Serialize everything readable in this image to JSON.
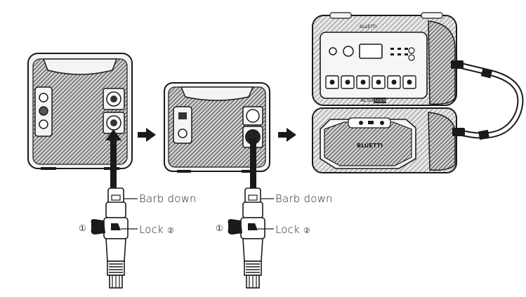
{
  "labels": {
    "barb_down_1": "Barb down",
    "lock_1": "Lock",
    "lock_1_step": "②",
    "step_1_left": "①",
    "barb_down_2": "Barb down",
    "lock_2": "Lock",
    "lock_2_step": "②",
    "step_2_left": "①"
  },
  "device": {
    "brand": "BLUETTI",
    "model": "AC500",
    "model_suffix": "5000W"
  },
  "colors": {
    "line": "#1a1a1a",
    "hatch": "#3a3a3a",
    "panel": "#f4f4f4"
  },
  "icons": [
    "arrow-right-icon",
    "arrow-up-icon",
    "hand-press-icon",
    "circled-number-icon"
  ]
}
